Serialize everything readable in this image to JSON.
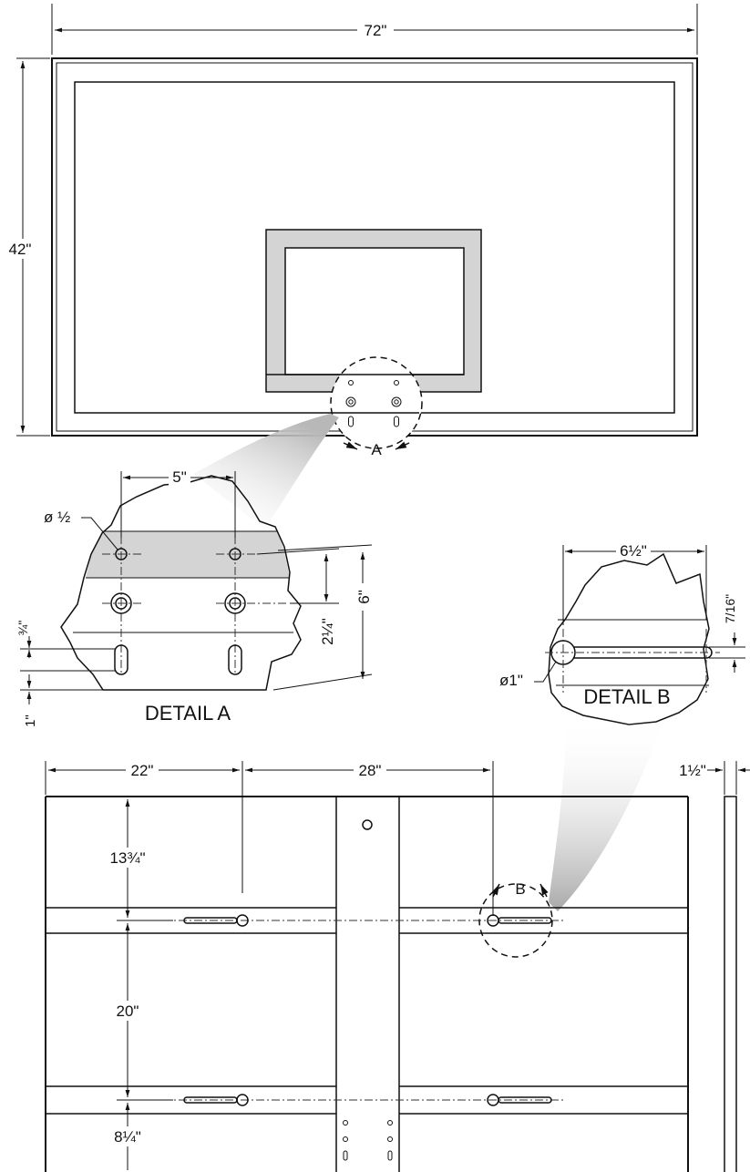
{
  "top_view": {
    "width_label": "72\"",
    "height_label": "42\"",
    "detail_callout": "A"
  },
  "detail_a": {
    "title": "DETAIL A",
    "hole_spacing": "5\"",
    "hole_diameter": "ø ½",
    "vertical_spacing": "2¼\"",
    "height": "6\"",
    "slot_offset": "¾\"",
    "bottom_offset": "1\""
  },
  "detail_b": {
    "title": "DETAIL B",
    "width": "6½\"",
    "slot_width": "7/16\"",
    "hole_diameter": "ø1\""
  },
  "back_view": {
    "left_offset": "22\"",
    "hole_spacing": "28\"",
    "thickness": "1½\"",
    "top_offset": "13¾\"",
    "rail_spacing": "20\"",
    "bottom_offset": "8¼\"",
    "detail_callout": "B"
  },
  "colors": {
    "line": "#111111",
    "fill_gray": "#d4d4d4",
    "background": "#ffffff"
  }
}
